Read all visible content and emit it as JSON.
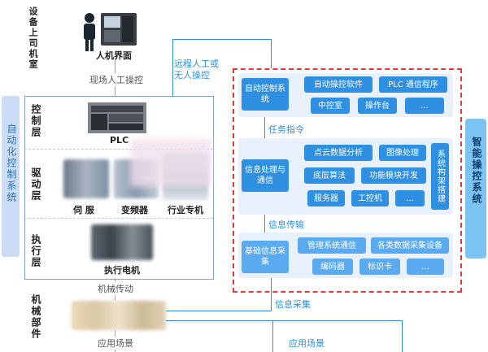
{
  "left": {
    "equipment_room": "设备上司机室",
    "hmi_label": "人机界面",
    "onsite_control": "现场人工操控",
    "auto_system": "自动化控制系统",
    "layers": {
      "control": "控制层",
      "drive": "驱动层",
      "exec": "执行层"
    },
    "plc_label": "PLC",
    "servo": "伺 服",
    "inverter": "变频器",
    "industry_machine": "行业专机",
    "motor": "执行电机",
    "mech_drive": "机械传动",
    "mech_parts": "机械部件",
    "application": "应用场景"
  },
  "middle": {
    "remote": "远程人工或无人操控",
    "task_cmd": "任务指令",
    "info_trans": "信息传输",
    "info_collect": "信息采集",
    "application2": "应用场景"
  },
  "right": {
    "smart_system": "智能操控系统",
    "auto_control": "自动控制系统",
    "info_processing": "信息处理与通信",
    "base_collect": "基础信息采集",
    "architecture": "系统构架搭建",
    "row1": [
      "自动操控软件",
      "PLC 通信程序"
    ],
    "row2": [
      "中控室",
      "操作台",
      "…"
    ],
    "row3": [
      "点云数据分析",
      "图像处理"
    ],
    "row4": [
      "底层算法",
      "功能模块开发"
    ],
    "row5": [
      "服务器",
      "工控机",
      "…"
    ],
    "row6": [
      "管理系统通信",
      "各类数据采集设备"
    ],
    "row7": [
      "编码器",
      "标识卡",
      "…"
    ]
  }
}
